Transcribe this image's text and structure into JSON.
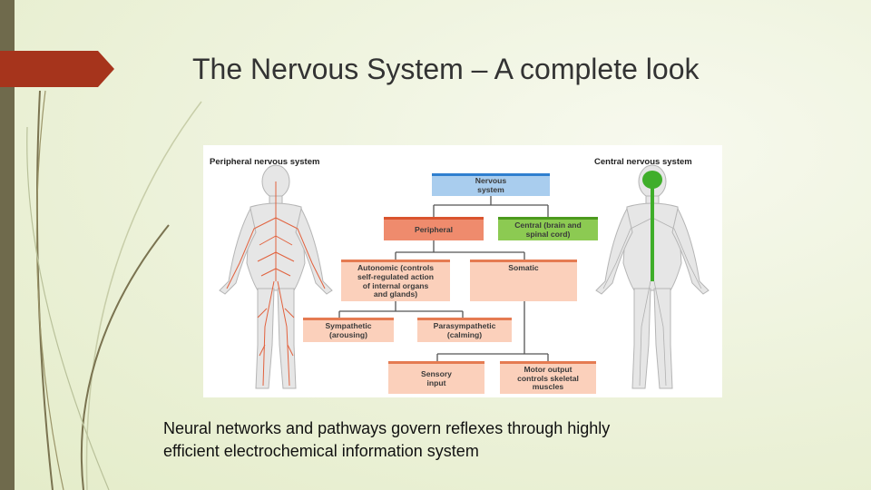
{
  "slide": {
    "title": "The Nervous System – A complete look",
    "caption_line1": "Neural networks and pathways govern reflexes through highly",
    "caption_line2": "efficient electrochemical information system",
    "accent_color": "#a6341c",
    "sidebar_color": "#6f6a4c"
  },
  "figure": {
    "label_left": "Peripheral nervous system",
    "label_right": "Central nervous system",
    "nodes": {
      "nervous_system": "Nervous\nsystem",
      "peripheral": "Peripheral",
      "central": "Central (brain and\nspinal cord)",
      "autonomic": "Autonomic (controls\nself-regulated action\nof internal organs\nand glands)",
      "somatic": "Somatic",
      "sympathetic": "Sympathetic\n(arousing)",
      "parasympathetic": "Parasympathetic\n(calming)",
      "sensory_input": "Sensory\ninput",
      "motor_output": "Motor output\ncontrols skeletal\nmuscles"
    },
    "colors": {
      "root": "#a9cdee",
      "peripheral": "#ef8b6d",
      "central": "#8cca52",
      "subdivision": "#fbd0bb",
      "nerve_left": "#e2613d",
      "nerve_right": "#3fae2a"
    }
  }
}
